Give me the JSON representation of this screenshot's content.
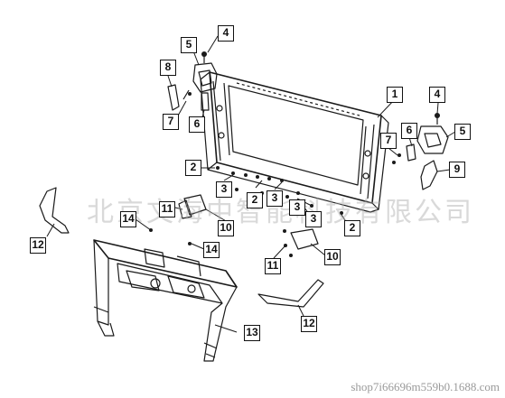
{
  "callouts": [
    "1",
    "2",
    "2",
    "2",
    "3",
    "3",
    "3",
    "3",
    "4",
    "4",
    "5",
    "5",
    "6",
    "6",
    "7",
    "7",
    "8",
    "9",
    "10",
    "10",
    "11",
    "11",
    "12",
    "12",
    "13",
    "14",
    "14"
  ],
  "watermark": {
    "text": "北京文海中智能科技有限公司",
    "url": "shop7i66696m559b0.1688.com"
  }
}
